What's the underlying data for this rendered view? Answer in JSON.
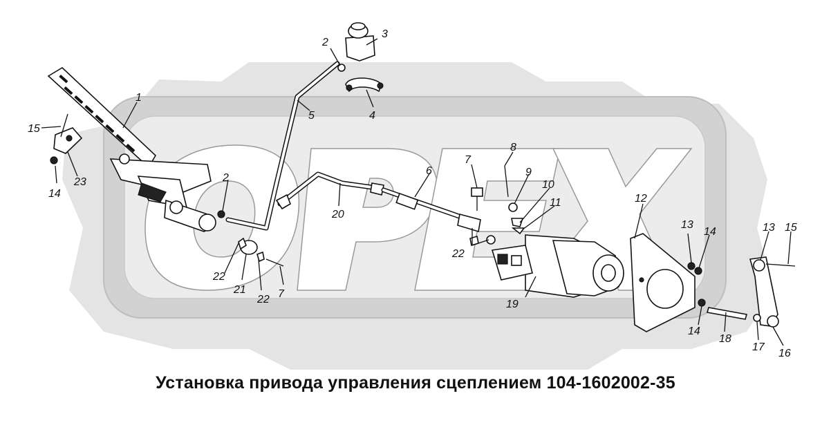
{
  "title": "Установка привода управления сцеплением 104-1602002-35",
  "watermark_text": "ОРЕХ",
  "callouts": {
    "c1": "1",
    "c2a": "2",
    "c2b": "2",
    "c3": "3",
    "c4": "4",
    "c5": "5",
    "c6": "6",
    "c7a": "7",
    "c7b": "7",
    "c8": "8",
    "c9": "9",
    "c10": "10",
    "c11": "11",
    "c12": "12",
    "c13a": "13",
    "c13b": "13",
    "c14a": "14",
    "c14b": "14",
    "c14c": "14",
    "c15a": "15",
    "c15b": "15",
    "c16": "16",
    "c17": "17",
    "c18": "18",
    "c19": "19",
    "c20": "20",
    "c21": "21",
    "c22a": "22",
    "c22b": "22",
    "c22c": "22",
    "c23": "23"
  },
  "colors": {
    "ink": "#111111",
    "watermark": "#d9d9d9",
    "background": "#ffffff"
  }
}
